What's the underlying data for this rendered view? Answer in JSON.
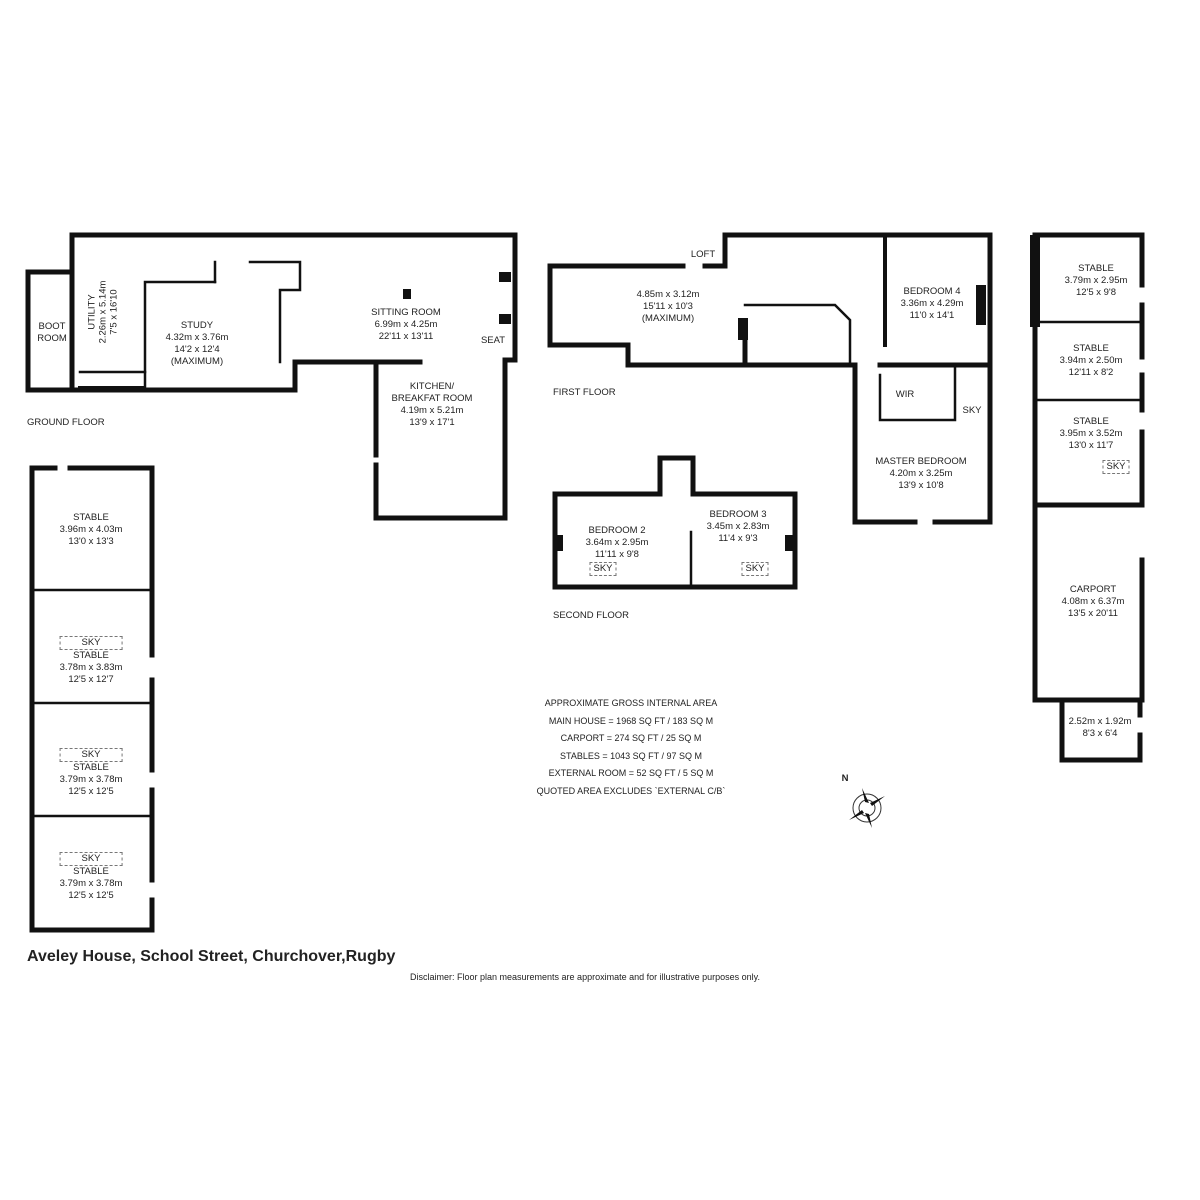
{
  "title": "Aveley House, School Street, Churchover,Rugby",
  "disclaimer": "Disclaimer: Floor plan measurements are approximate and for illustrative purposes only.",
  "floors": {
    "ground": "GROUND FLOOR",
    "first": "FIRST FLOOR",
    "second": "SECOND FLOOR"
  },
  "ground_floor": {
    "boot_room": {
      "name1": "BOOT",
      "name2": "ROOM"
    },
    "utility": {
      "name": "UTILITY",
      "metric": "2.26m x 5.14m",
      "imperial": "7'5 x 16'10"
    },
    "study": {
      "name": "STUDY",
      "metric": "4.32m x 3.76m",
      "imperial": "14'2 x 12'4",
      "note": "(MAXIMUM)"
    },
    "sitting_room": {
      "name": "SITTING ROOM",
      "metric": "6.99m x 4.25m",
      "imperial": "22'11 x 13'11"
    },
    "seat": "SEAT",
    "kitchen": {
      "name1": "KITCHEN/",
      "name2": "BREAKFAT ROOM",
      "metric": "4.19m x 5.21m",
      "imperial": "13'9 x 17'1"
    }
  },
  "first_floor": {
    "loft": "LOFT",
    "loft_room": {
      "metric": "4.85m x 3.12m",
      "imperial": "15'11 x 10'3",
      "note": "(MAXIMUM)"
    },
    "bedroom4": {
      "name": "BEDROOM 4",
      "metric": "3.36m x 4.29m",
      "imperial": "11'0 x 14'1"
    },
    "wir": "WIR",
    "sky": "SKY",
    "master": {
      "name": "MASTER BEDROOM",
      "metric": "4.20m x 3.25m",
      "imperial": "13'9 x 10'8"
    }
  },
  "second_floor": {
    "bedroom2": {
      "name": "BEDROOM 2",
      "metric": "3.64m x 2.95m",
      "imperial": "11'11 x 9'8",
      "sky": "SKY"
    },
    "bedroom3": {
      "name": "BEDROOM 3",
      "metric": "3.45m x 2.83m",
      "imperial": "11'4 x 9'3",
      "sky": "SKY"
    }
  },
  "stables_left": [
    {
      "name": "STABLE",
      "metric": "3.96m x 4.03m",
      "imperial": "13'0 x 13'3"
    },
    {
      "sky": "SKY",
      "name": "STABLE",
      "metric": "3.78m x 3.83m",
      "imperial": "12'5 x 12'7"
    },
    {
      "sky": "SKY",
      "name": "STABLE",
      "metric": "3.79m x 3.78m",
      "imperial": "12'5 x 12'5"
    },
    {
      "sky": "SKY",
      "name": "STABLE",
      "metric": "3.79m x 3.78m",
      "imperial": "12'5 x 12'5"
    }
  ],
  "stables_right": [
    {
      "name": "STABLE",
      "metric": "3.79m x 2.95m",
      "imperial": "12'5 x 9'8"
    },
    {
      "name": "STABLE",
      "metric": "3.94m x 2.50m",
      "imperial": "12'11 x 8'2"
    },
    {
      "name": "STABLE",
      "metric": "3.95m x 3.52m",
      "imperial": "13'0 x 11'7",
      "sky": "SKY"
    }
  ],
  "carport": {
    "name": "CARPORT",
    "metric": "4.08m x 6.37m",
    "imperial": "13'5 x 20'11"
  },
  "external_room": {
    "metric": "2.52m x 1.92m",
    "imperial": "8'3 x 6'4"
  },
  "area_summary": [
    "APPROXIMATE GROSS INTERNAL AREA",
    "MAIN HOUSE = 1968 SQ FT / 183 SQ M",
    "CARPORT = 274 SQ FT / 25 SQ M",
    "STABLES = 1043 SQ FT / 97 SQ M",
    "EXTERNAL ROOM = 52 SQ FT / 5 SQ M",
    "QUOTED AREA EXCLUDES `EXTERNAL C/B`"
  ],
  "compass": "N"
}
